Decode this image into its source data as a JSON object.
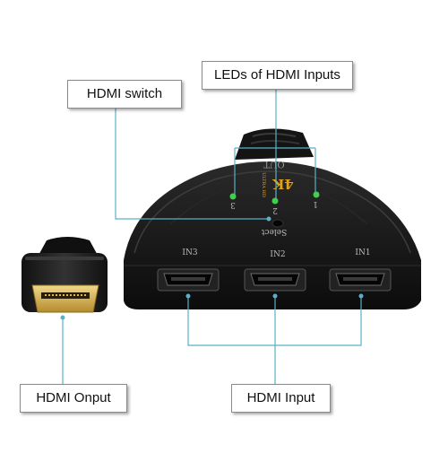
{
  "callouts": {
    "leds": "LEDs of HDMI Inputs",
    "switch": "HDMI switch",
    "output": "HDMI Onput",
    "input": "HDMI Input"
  },
  "device": {
    "out_label": "OUT",
    "badge_main": "4K",
    "badge_sub": "ULTRA HD",
    "led_numbers": [
      "3",
      "2",
      "1"
    ],
    "select_label": "Select",
    "port_labels": [
      "IN3",
      "IN2",
      "IN1"
    ]
  },
  "colors": {
    "leader_line": "#5ab0c6",
    "led": "#3fd14a",
    "badge": "#e3a21a",
    "connector_gold": "#d8b85a"
  }
}
